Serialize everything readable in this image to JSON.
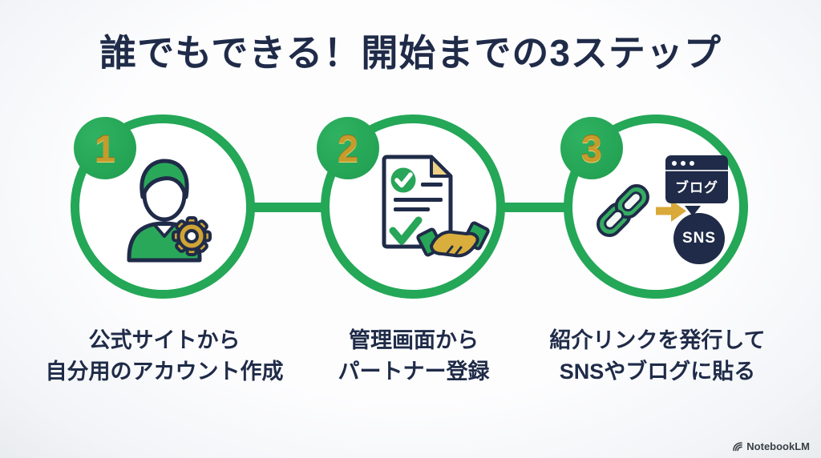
{
  "title": {
    "text": "誰でもできる！開始までの3ステップ"
  },
  "steps": [
    {
      "number": "1",
      "icon": "person-gear-icon",
      "label_line1": "公式サイトから",
      "label_line2": "自分用のアカウント作成"
    },
    {
      "number": "2",
      "icon": "document-handshake-icon",
      "label_line1": "管理画面から",
      "label_line2": "パートナー登録"
    },
    {
      "number": "3",
      "icon": "link-to-blog-sns-icon",
      "blog_badge": "ブログ",
      "sns_badge": "SNS",
      "label_line1": "紹介リンクを発行して",
      "label_line2": "SNSやブログに貼る"
    }
  ],
  "watermark": {
    "text": "NotebookLM",
    "logo": "notebooklm-logo-icon"
  },
  "colors": {
    "green": "#24a757",
    "navy": "#1f2b48",
    "gold": "#d0a335",
    "background": "#f6f8fa"
  }
}
